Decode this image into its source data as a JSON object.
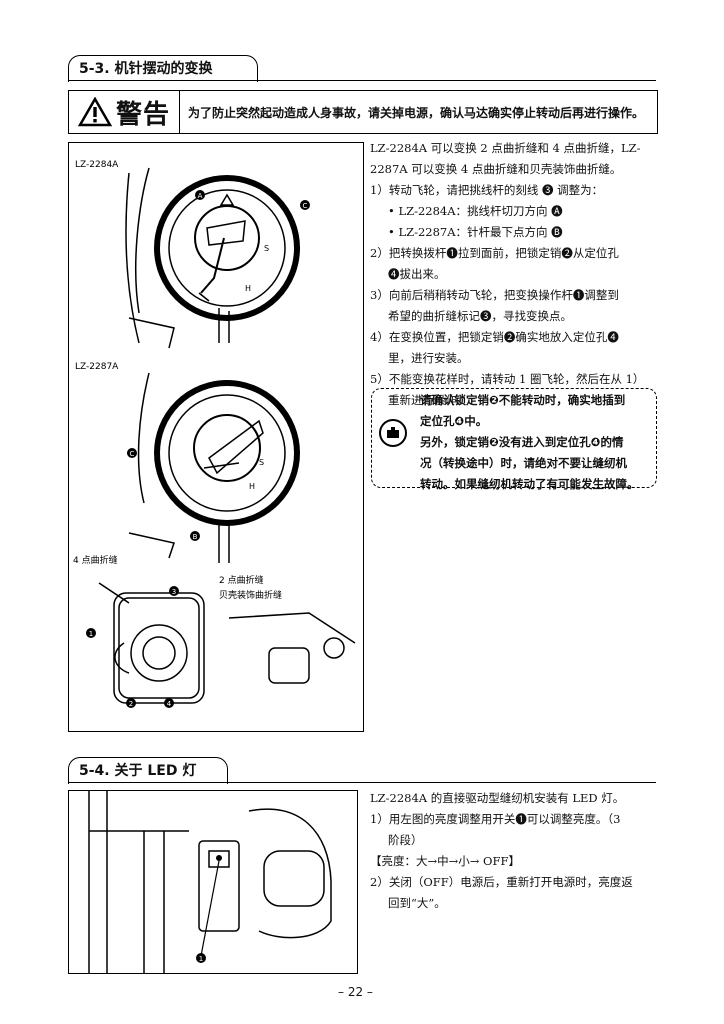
{
  "section1": {
    "title": "5-3. 机针摆动的变换"
  },
  "warning": {
    "label": "警告",
    "text": "为了防止突然起动造成人身事故，请关掉电源，确认马达确实停止转动后再进行操作。"
  },
  "figure1": {
    "label_top": "LZ-2284A",
    "label_mid": "LZ-2287A",
    "label_4pt": "4 点曲折缝",
    "label_2pt": "2 点曲折缝",
    "label_shell": "贝壳装饰曲折缝",
    "marks": {
      "A": "A",
      "B": "B",
      "C": "C",
      "S": "S",
      "H": "H",
      "one": "1",
      "two": "2",
      "three": "3",
      "four": "4"
    }
  },
  "section1_text": {
    "intro": [
      "LZ-2284A 可以变换 2 点曲折缝和 4 点曲折缝，LZ-",
      "2287A 可以变换 4 点曲折缝和贝壳装饰曲折缝。"
    ],
    "step1": "1）转动飞轮，请把挑线杆的刻线 ❸ 调整为：",
    "step1a": "• LZ-2284A：挑线杆切刀方向 🅐",
    "step1b": "• LZ-2287A：针杆最下点方向 🅑",
    "step2": [
      "2）把转换拨杆❶拉到面前，把锁定销❷从定位孔",
      "❹拔出来。"
    ],
    "step3": [
      "3）向前后稍稍转动飞轮，把变换操作杆❶调整到",
      "希望的曲折缝标记❸，寻找变换点。"
    ],
    "step4": [
      "4）在变换位置，把锁定销❷确实地放入定位孔❹",
      "里，进行安装。"
    ],
    "step5": [
      "5）不能变换花样时，请转动 1 圈飞轮，然后在从 1）",
      "重新进行操作。"
    ],
    "caution": [
      "请确认锁定销❷不能转动时，确实地插到",
      "定位孔❹中。",
      "另外，锁定销❷没有进入到定位孔❹的情",
      "况（转换途中）时，请绝对不要让缝纫机",
      "转动。如果缝纫机转动了有可能发生故障。"
    ]
  },
  "section2": {
    "title": "5-4. 关于 LED 灯"
  },
  "section2_text": {
    "intro": "LZ-2284A 的直接驱动型缝纫机安装有 LED 灯。",
    "step1": [
      "1）用左图的亮度调整用开关❶可以调整亮度。（3",
      "阶段）"
    ],
    "levels": "【亮度：大→中→小→ OFF】",
    "step2": [
      "2）关闭（OFF）电源后，重新打开电源时，亮度返",
      "回到“大”。"
    ]
  },
  "figure2": {
    "mark": "1"
  },
  "page": {
    "number": "– 22 –"
  }
}
